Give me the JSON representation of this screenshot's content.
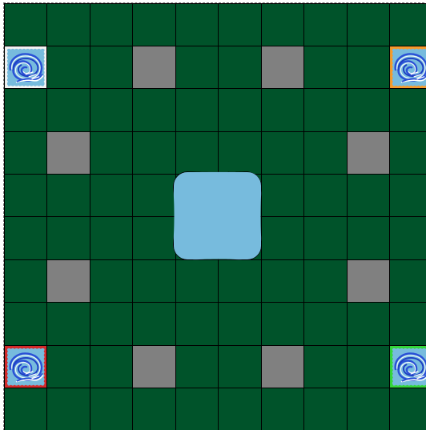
{
  "board": {
    "colors": {
      "green": "#00532A",
      "stone": "#808080",
      "pool": "#77BBDD",
      "grid_line": "#000000"
    },
    "rows": 10,
    "cols": 10,
    "special_cells": [
      {
        "row": 1,
        "col": 0,
        "type": "water-piece",
        "player_color": "#F2F2F2"
      },
      {
        "row": 1,
        "col": 9,
        "type": "water-piece",
        "player_color": "#F59B2C"
      },
      {
        "row": 8,
        "col": 0,
        "type": "water-piece",
        "player_color": "#D62A2A"
      },
      {
        "row": 8,
        "col": 9,
        "type": "water-piece",
        "player_color": "#35D63B"
      },
      {
        "row": 1,
        "col": 3,
        "type": "stone"
      },
      {
        "row": 1,
        "col": 6,
        "type": "stone"
      },
      {
        "row": 3,
        "col": 1,
        "type": "stone"
      },
      {
        "row": 3,
        "col": 8,
        "type": "stone"
      },
      {
        "row": 6,
        "col": 1,
        "type": "stone"
      },
      {
        "row": 6,
        "col": 8,
        "type": "stone"
      },
      {
        "row": 8,
        "col": 3,
        "type": "stone"
      },
      {
        "row": 8,
        "col": 6,
        "type": "stone"
      }
    ],
    "pool_feature": {
      "center": "pool",
      "color": "#77BBDD"
    }
  }
}
